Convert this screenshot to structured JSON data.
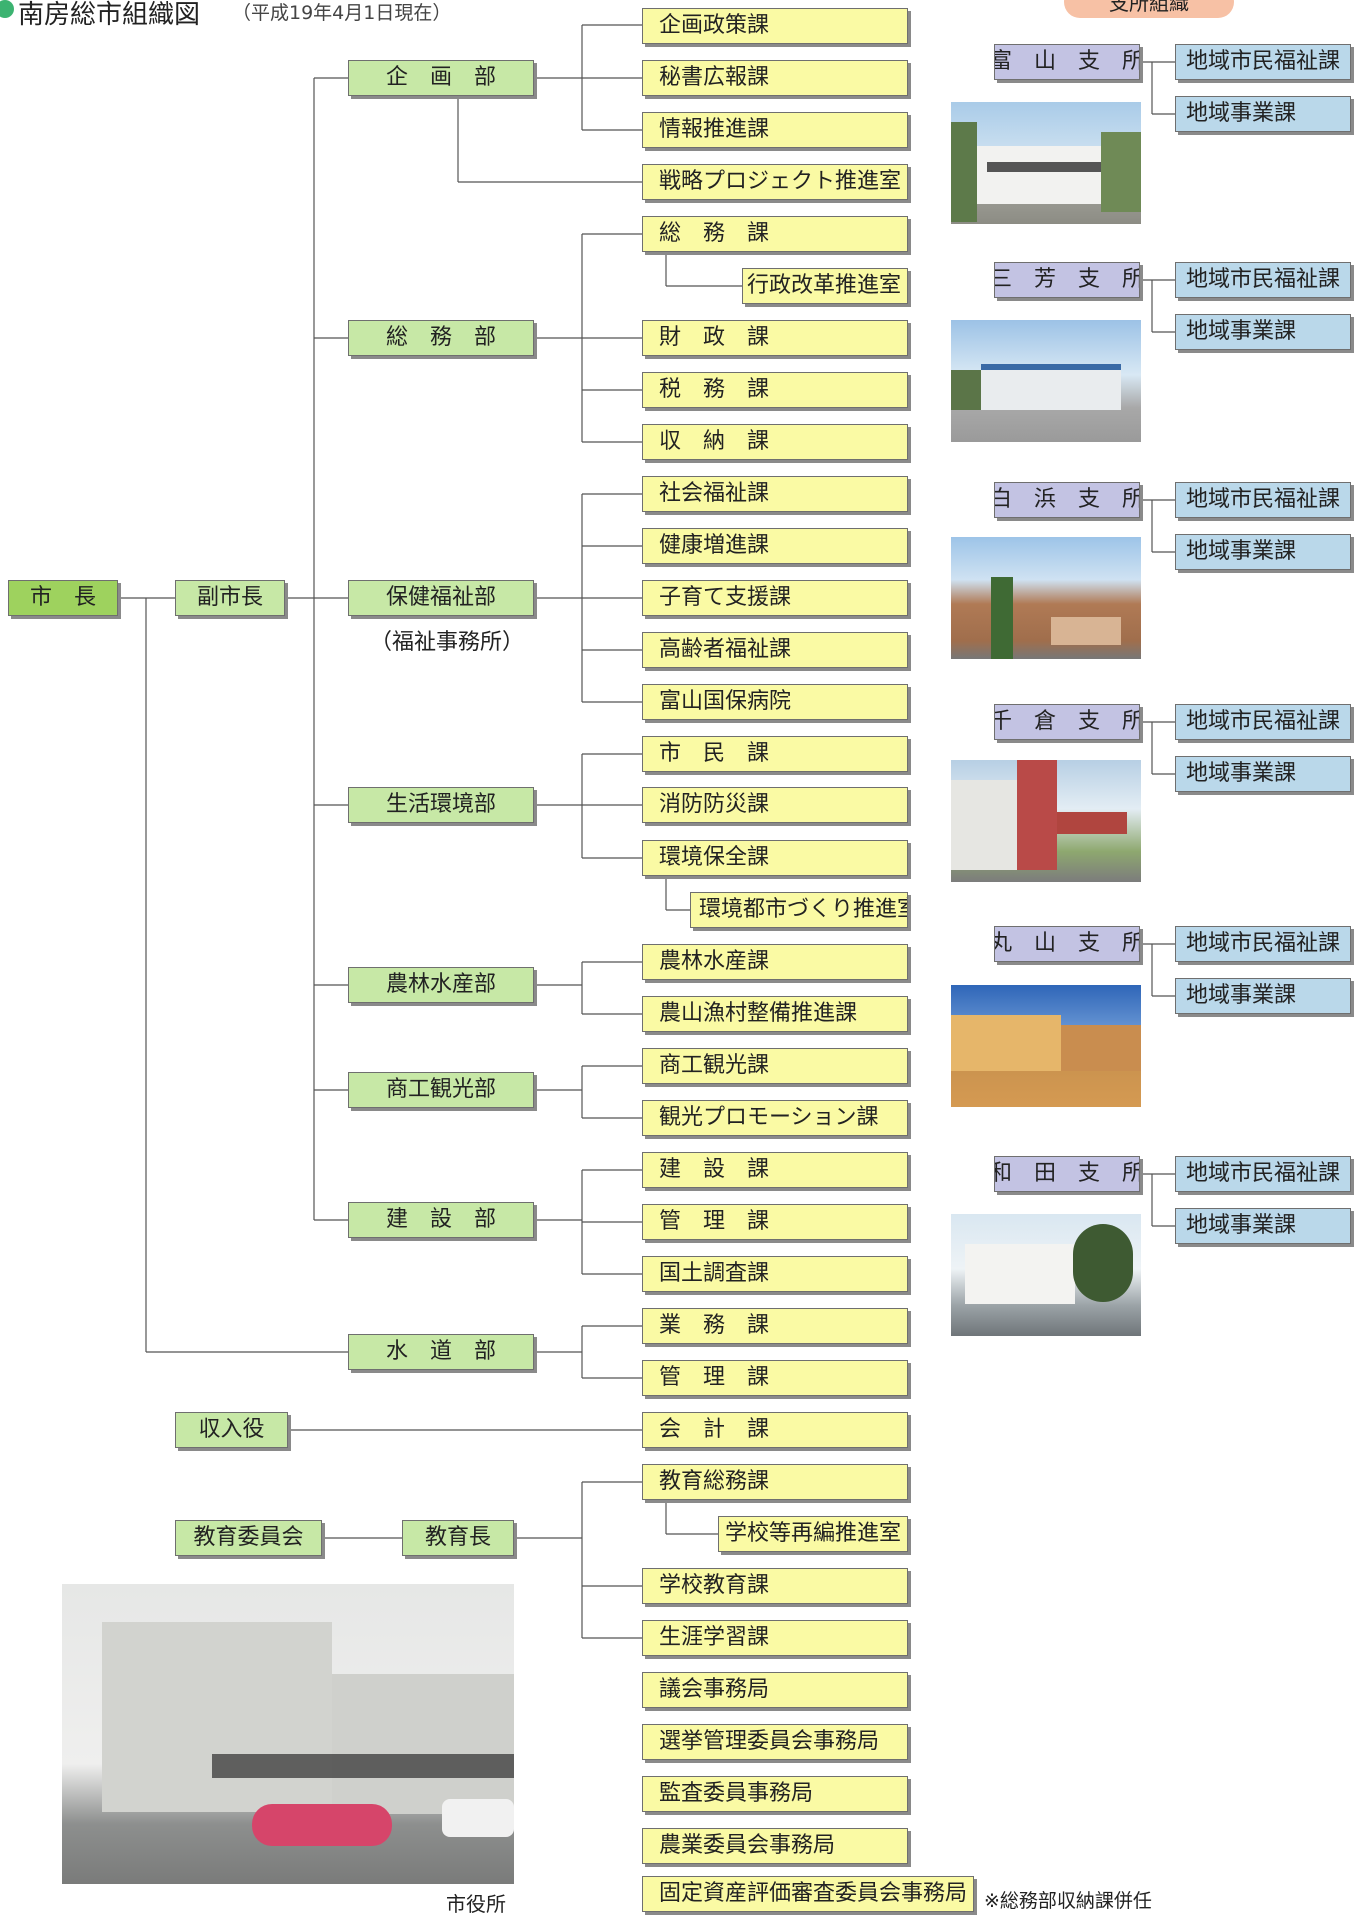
{
  "header": {
    "title": "南房総市組織図",
    "date": "（平成19年4月1日現在）",
    "branch_heading": "支所組織"
  },
  "top": {
    "mayor": "市　長",
    "deputy": "副市長",
    "treasurer": "収入役",
    "edu_board": "教育委員会",
    "superintendent": "教育長"
  },
  "departments": {
    "kikaku": "企　画　部",
    "somu": "総　務　部",
    "hoken": "保健福祉部",
    "hoken_note": "（福祉事務所）",
    "seikatsu": "生活環境部",
    "norin": "農林水産部",
    "shoko": "商工観光部",
    "kensetsu": "建　設　部",
    "suido": "水　道　部"
  },
  "sections": {
    "kikaku_seisaku": "企画政策課",
    "hisho": "秘書広報課",
    "joho": "情報推進課",
    "senryaku": "戦略プロジェクト推進室",
    "somu_ka": "総　務　課",
    "gyosei": "行政改革推進室",
    "zaisei": "財　政　課",
    "zeimu": "税　務　課",
    "shuno": "収　納　課",
    "shakai": "社会福祉課",
    "kenko": "健康増進課",
    "kosodate": "子育て支援課",
    "koreisha": "高齢者福祉課",
    "byoin": "富山国保病院",
    "shimin": "市　民　課",
    "shobo": "消防防災課",
    "kankyo": "環境保全課",
    "toshi": "環境都市づくり推進室",
    "norin_ka": "農林水産課",
    "noson": "農山漁村整備推進課",
    "shoko_ka": "商工観光課",
    "promo": "観光プロモーション課",
    "kensetsu_ka": "建　設　課",
    "kanri1": "管　理　課",
    "kokudo": "国土調査課",
    "gyomu": "業　務　課",
    "kanri2": "管　理　課",
    "kaikei": "会　計　課",
    "kyoiku_somu": "教育総務課",
    "gakko_saihen": "学校等再編推進室",
    "gakko_kyoiku": "学校教育課",
    "shogai": "生涯学習課",
    "gikai": "議会事務局",
    "senkyo": "選挙管理委員会事務局",
    "kansa": "監査委員事務局",
    "nogyo": "農業委員会事務局",
    "kotei": "固定資産評価審査委員会事務局"
  },
  "footnote": "※総務部収納課併任",
  "branches": [
    {
      "name": "富　山　支　所",
      "welfare": "地域市民福祉課",
      "business": "地域事業課"
    },
    {
      "name": "三　芳　支　所",
      "welfare": "地域市民福祉課",
      "business": "地域事業課"
    },
    {
      "name": "白　浜　支　所",
      "welfare": "地域市民福祉課",
      "business": "地域事業課"
    },
    {
      "name": "千　倉　支　所",
      "welfare": "地域市民福祉課",
      "business": "地域事業課"
    },
    {
      "name": "丸　山　支　所",
      "welfare": "地域市民福祉課",
      "business": "地域事業課"
    },
    {
      "name": "和　田　支　所",
      "welfare": "地域市民福祉課",
      "business": "地域事業課"
    }
  ],
  "city_hall_caption": "市役所",
  "colors": {
    "mayor": "#9ed25e",
    "department": "#c7e8a6",
    "section": "#fafaa4",
    "branch": "#c3c3e3",
    "branch_section": "#bad8ea",
    "bullet": "#3cb371"
  }
}
